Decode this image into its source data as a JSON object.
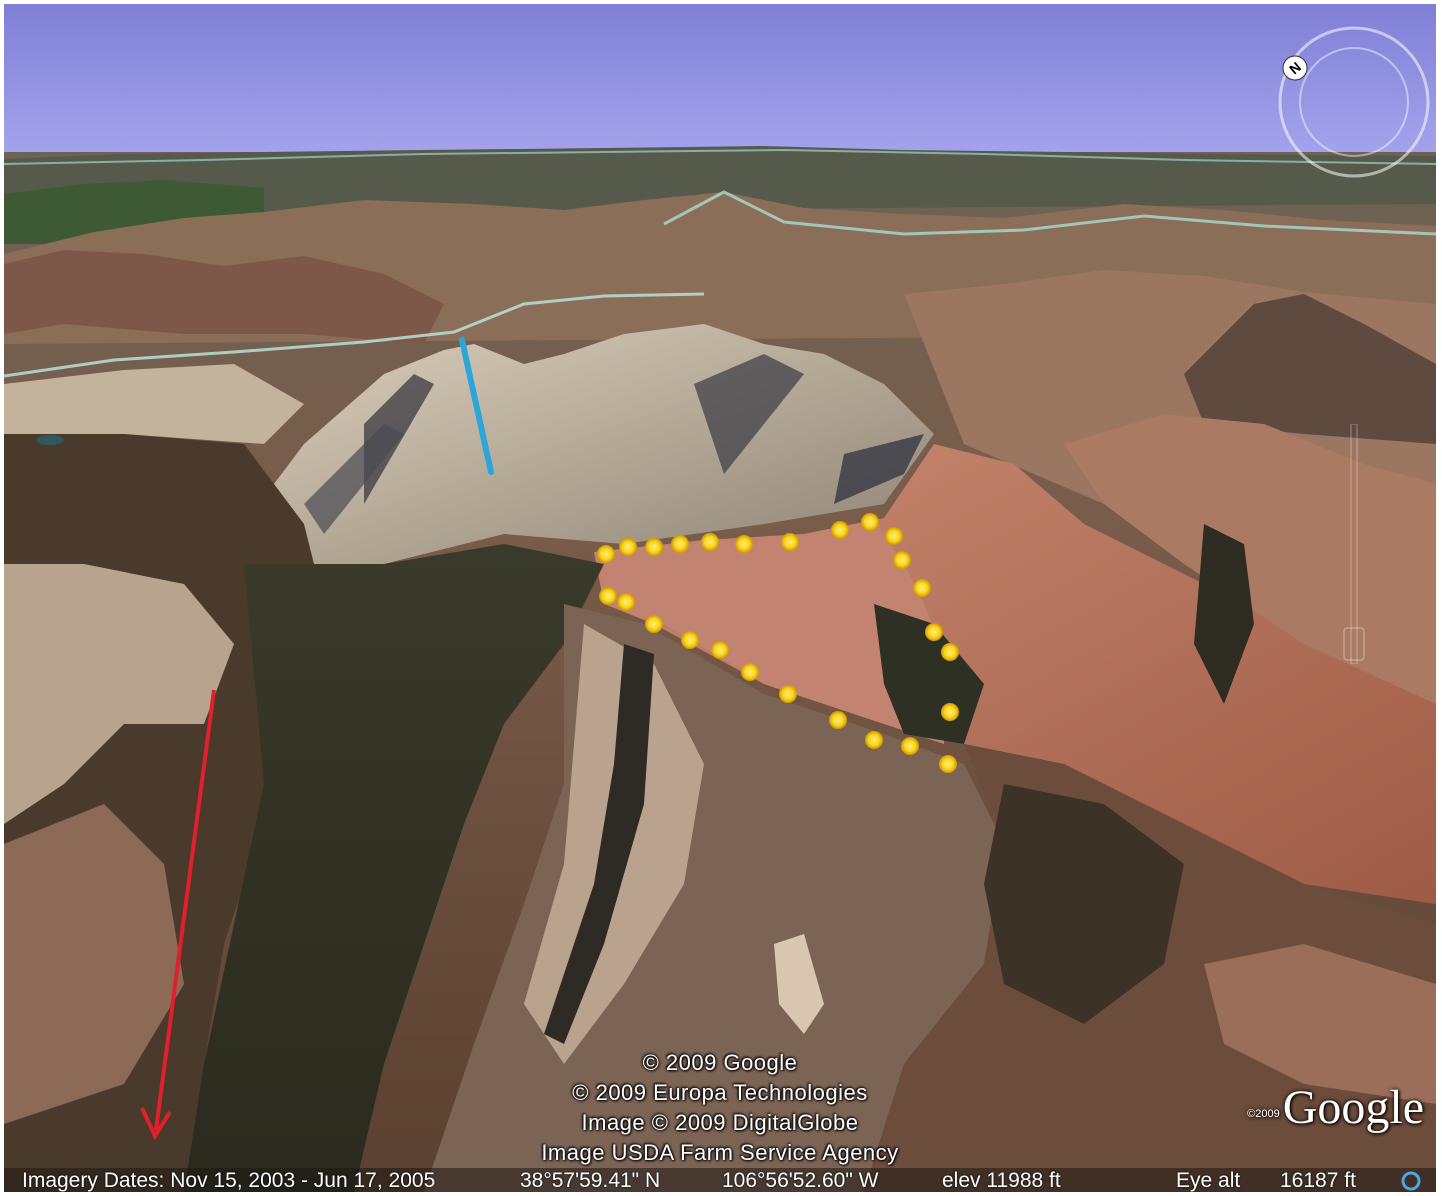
{
  "attribution": [
    "© 2009 Google",
    "© 2009 Europa Technologies",
    "Image © 2009 DigitalGlobe",
    "Image USDA Farm Service Agency"
  ],
  "logo": {
    "year": "©2009",
    "wordmark": "Google"
  },
  "status": {
    "imagery_dates": "Imagery Dates: Nov 15, 2003 - Jun 17, 2005",
    "latitude": "38°57'59.41\" N",
    "longitude": "106°56'52.60\" W",
    "elevation": "elev 11988 ft",
    "eye_alt_label": "Eye alt",
    "eye_alt_value": "16187 ft"
  },
  "compass": {
    "north_label": "N"
  },
  "icons": {
    "compass": "compass-ring-icon",
    "streaming": "streaming-progress-icon",
    "zoom": "zoom-slider-icon"
  },
  "colors": {
    "sky": "#8f8fe0",
    "route_dots": "#ffd21e",
    "blue_line": "#2aa7d8",
    "red_arrow": "#e0202a"
  }
}
